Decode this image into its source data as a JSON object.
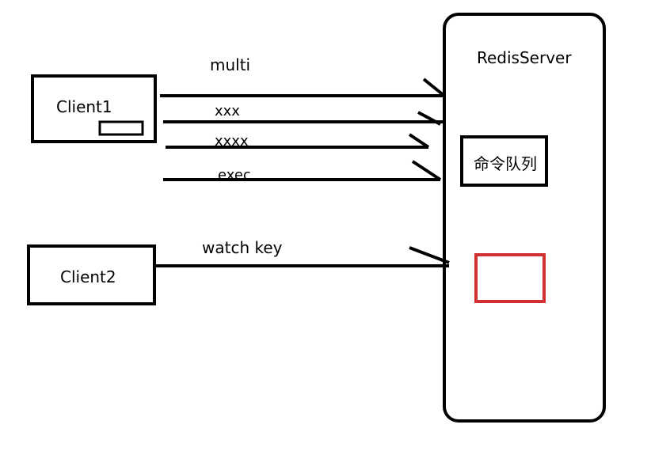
{
  "nodes": {
    "client1": {
      "label": "Client1"
    },
    "client2": {
      "label": "Client2"
    },
    "server": {
      "label": "RedisServer"
    },
    "command_queue": {
      "label": "命令队列"
    }
  },
  "edges": {
    "multi": {
      "label": "multi",
      "from": "Client1",
      "to": "RedisServer"
    },
    "xxx": {
      "label": "xxx",
      "from": "Client1",
      "to": "RedisServer"
    },
    "xxxx": {
      "label": "xxxx",
      "from": "Client1",
      "to": "RedisServer"
    },
    "exec": {
      "label": "exec",
      "from": "Client1",
      "to": "RedisServer"
    },
    "watch_key": {
      "label": "watch key",
      "from": "Client2",
      "to": "RedisServer"
    }
  },
  "colors": {
    "stroke": "#000000",
    "watched_key_box": "#d03030"
  }
}
